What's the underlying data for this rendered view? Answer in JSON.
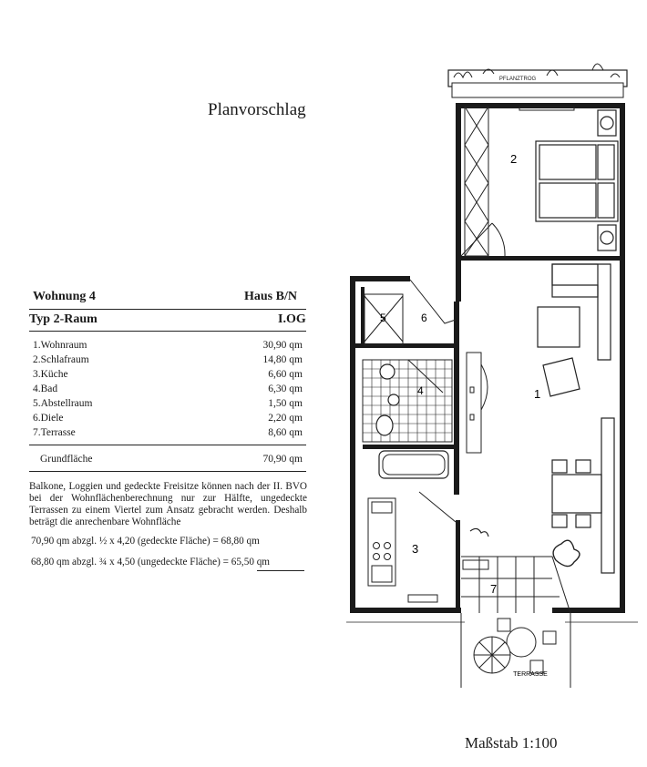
{
  "title": "Planvorschlag",
  "scale": "Maßstab 1:100",
  "header": {
    "apartment": "Wohnung 4",
    "house": "Haus B/N",
    "type": "Typ 2-Raum",
    "floor": "I.OG"
  },
  "rooms": [
    {
      "label": "1.Wohnraum",
      "area": "30,90 qm"
    },
    {
      "label": "2.Schlafraum",
      "area": "14,80 qm"
    },
    {
      "label": "3.Küche",
      "area": "6,60 qm"
    },
    {
      "label": "4.Bad",
      "area": "6,30 qm"
    },
    {
      "label": "5.Abstellraum",
      "area": "1,50 qm"
    },
    {
      "label": "6.Diele",
      "area": "2,20 qm"
    },
    {
      "label": "7.Terrasse",
      "area": "8,60 qm"
    }
  ],
  "total": {
    "label": "Grundfläche",
    "area": "70,90 qm"
  },
  "note": "Balkone, Loggien und gedeckte Freisitze können nach der II. BVO bei der Wohnflächenberechnung nur zur Hälfte, ungedeckte Terrassen zu einem Viertel zum Ansatz gebracht werden. Deshalb beträgt die anrechenbare Wohnfläche",
  "calc1": "70,90 qm abzgl. ½ x 4,20 (gedeckte Fläche) = 68,80 qm",
  "calc2": "68,80 qm abzgl. ¾ x 4,50 (ungedeckte Fläche) = 65,50 qm",
  "plan": {
    "planter_label": "PFLANZTROG",
    "terrace_label": "TERRASSE",
    "room_numbers": [
      "1",
      "2",
      "3",
      "4",
      "5",
      "6",
      "7"
    ]
  }
}
